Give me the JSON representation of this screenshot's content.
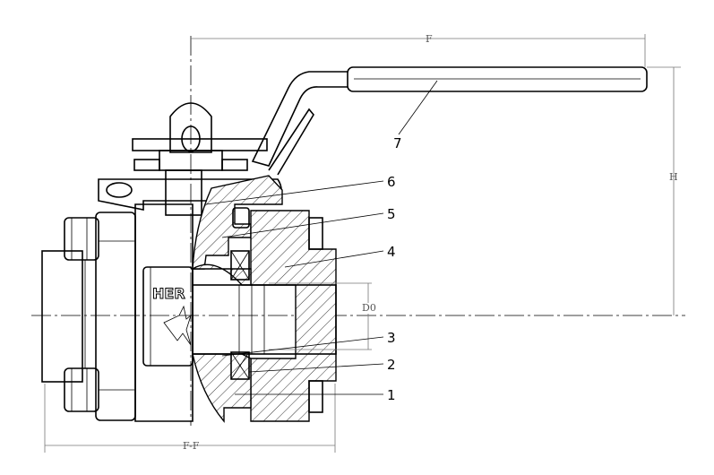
{
  "drawing": {
    "brand_text": "HER",
    "dimensions": {
      "length_handle": "F",
      "height": "H",
      "bore": "D0",
      "face_to_face": "F-F"
    },
    "part_labels": [
      "1",
      "2",
      "3",
      "4",
      "5",
      "6",
      "7"
    ]
  }
}
